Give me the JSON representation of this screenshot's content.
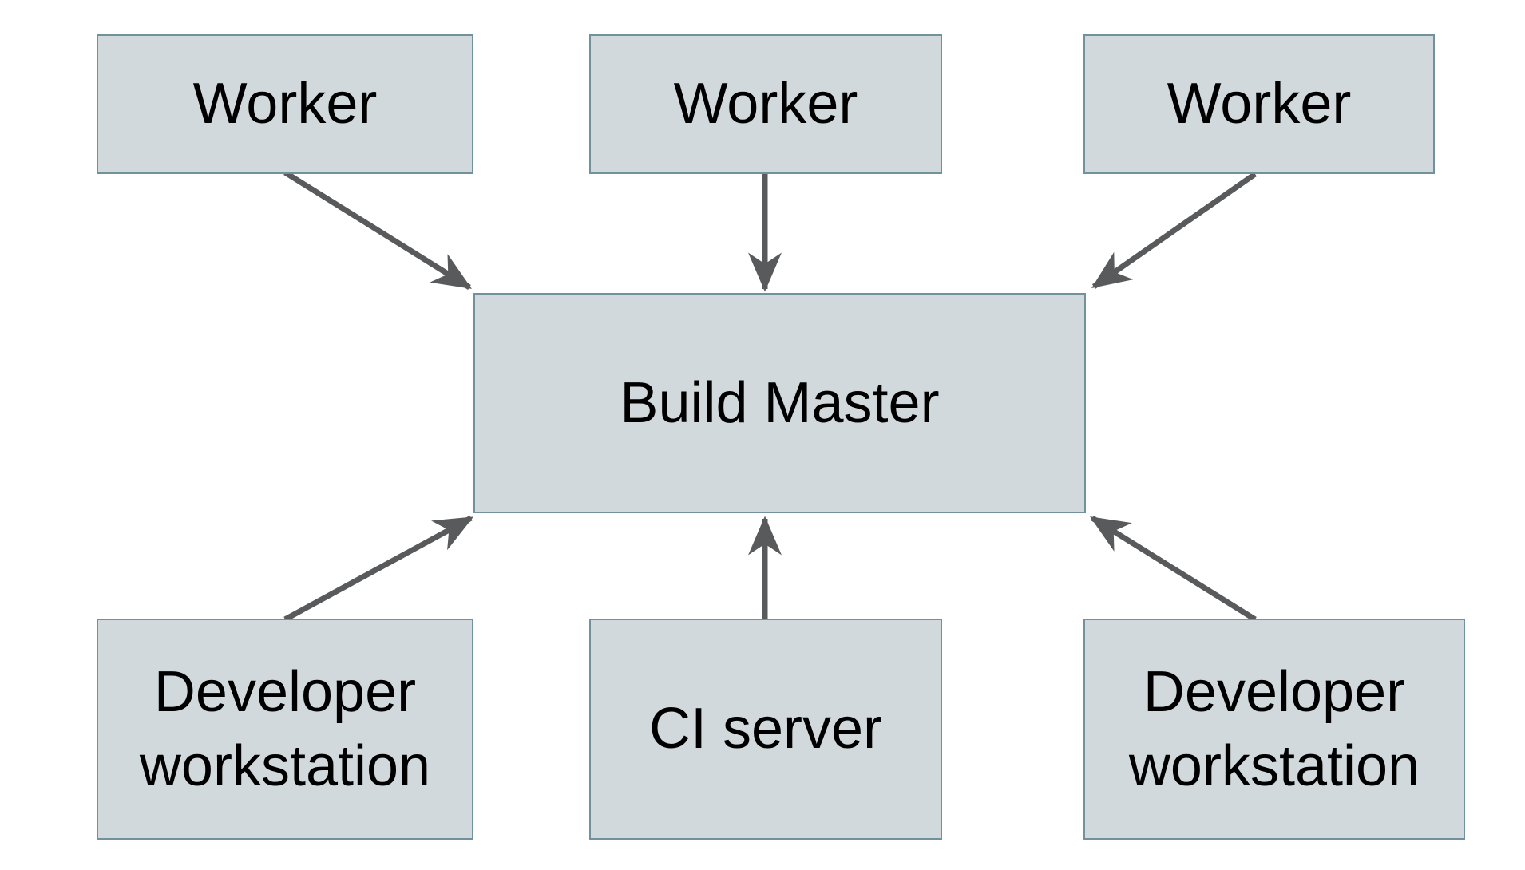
{
  "diagram": {
    "type": "architecture-diagram",
    "nodes": [
      {
        "id": "worker-1",
        "label": "Worker",
        "row": "top",
        "col": "left"
      },
      {
        "id": "worker-2",
        "label": "Worker",
        "row": "top",
        "col": "center"
      },
      {
        "id": "worker-3",
        "label": "Worker",
        "row": "top",
        "col": "right"
      },
      {
        "id": "build-master",
        "label": "Build Master",
        "row": "middle",
        "col": "center"
      },
      {
        "id": "dev-workstation-left",
        "label": "Developer workstation",
        "row": "bottom",
        "col": "left"
      },
      {
        "id": "ci-server",
        "label": "CI server",
        "row": "bottom",
        "col": "center"
      },
      {
        "id": "dev-workstation-right",
        "label": "Developer workstation",
        "row": "bottom",
        "col": "right"
      }
    ],
    "edges": [
      {
        "from": "worker-1",
        "to": "build-master",
        "arrowhead": "at-build-master"
      },
      {
        "from": "worker-2",
        "to": "build-master",
        "arrowhead": "at-build-master"
      },
      {
        "from": "worker-3",
        "to": "build-master",
        "arrowhead": "at-build-master"
      },
      {
        "from": "dev-workstation-left",
        "to": "build-master",
        "arrowhead": "at-build-master"
      },
      {
        "from": "ci-server",
        "to": "build-master",
        "arrowhead": "at-build-master"
      },
      {
        "from": "dev-workstation-right",
        "to": "build-master",
        "arrowhead": "at-build-master"
      }
    ],
    "colors": {
      "background": "#ffffff",
      "node_fill": "#d1d9dc",
      "node_border": "#72919e",
      "arrow": "#595a5c",
      "text": "#000000"
    }
  }
}
